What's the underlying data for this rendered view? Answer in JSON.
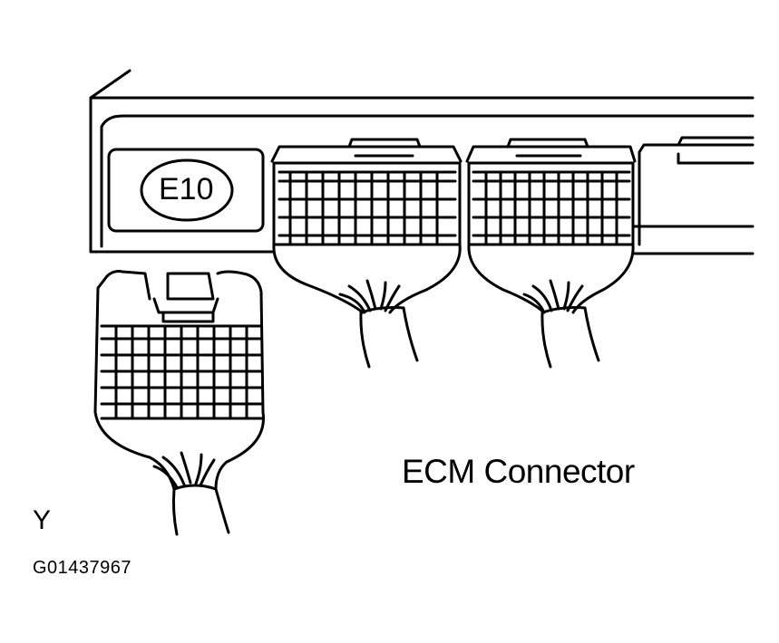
{
  "diagram": {
    "connector_id": "E10",
    "caption": "ECM Connector",
    "corner_letter": "Y",
    "figure_code": "G01437967"
  }
}
